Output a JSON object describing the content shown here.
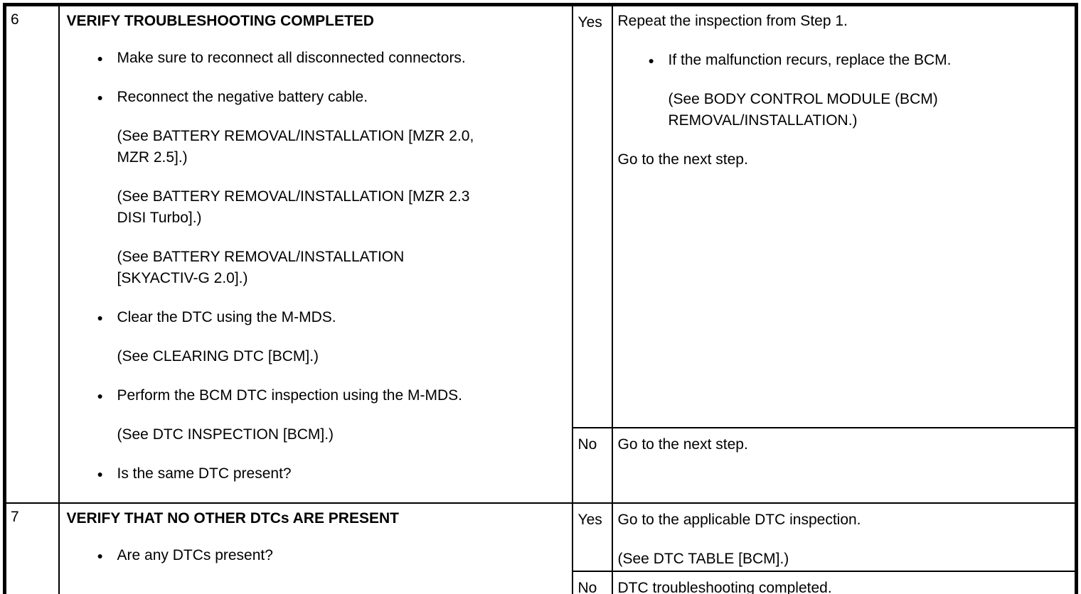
{
  "icons": {
    "bullet": "●"
  },
  "colors": {
    "border": "#000000",
    "background": "#ffffff",
    "text": "#000000"
  },
  "step6": {
    "number": "6",
    "heading": "VERIFY TROUBLESHOOTING COMPLETED",
    "inspection": {
      "bullet1": "Make sure to reconnect all disconnected connectors.",
      "bullet2": "Reconnect the negative battery cable.",
      "note1_line1": "(See BATTERY REMOVAL/INSTALLATION [MZR 2.0,",
      "note1_line2": "MZR 2.5].)",
      "note2_line1": "(See BATTERY REMOVAL/INSTALLATION [MZR 2.3",
      "note2_line2": "DISI Turbo].)",
      "note3_line1": "(See BATTERY REMOVAL/INSTALLATION",
      "note3_line2": "[SKYACTIV-G 2.0].)",
      "bullet3": "Clear the DTC using the M-MDS.",
      "note4": "(See CLEARING DTC [BCM].)",
      "bullet4": "Perform the BCM DTC inspection using the M-MDS.",
      "note5": "(See DTC INSPECTION [BCM].)",
      "bullet5": "Is the same DTC present?"
    },
    "yes": {
      "label": "Yes",
      "line1": "Repeat the inspection from Step 1.",
      "bullet1": "If the malfunction recurs, replace the BCM.",
      "note1_line1": "(See BODY CONTROL MODULE (BCM)",
      "note1_line2": "REMOVAL/INSTALLATION.)",
      "line2": "Go to the next step."
    },
    "no": {
      "label": "No",
      "line1": "Go to the next step."
    }
  },
  "step7": {
    "number": "7",
    "heading": "VERIFY THAT NO OTHER DTCs ARE PRESENT",
    "inspection": {
      "bullet1": "Are any DTCs present?"
    },
    "yes": {
      "label": "Yes",
      "line1": "Go to the applicable DTC inspection.",
      "note1": "(See DTC TABLE [BCM].)"
    },
    "no": {
      "label": "No",
      "line1": "DTC troubleshooting completed."
    }
  }
}
